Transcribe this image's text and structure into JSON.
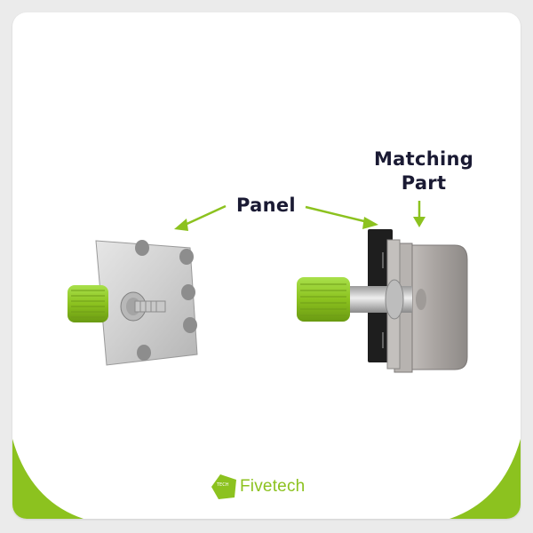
{
  "callouts": {
    "panel": "Panel",
    "matching_part_line1": "Matching",
    "matching_part_line2": "Part"
  },
  "logo": {
    "brand": "Fivetech",
    "badge_text": "TECH"
  },
  "products": {
    "left": "panel-mount-connector-flange",
    "right": "connector-mounted-on-panel-with-matching-part"
  },
  "colors": {
    "accent_green": "#8cc21f",
    "text_dark": "#1a1a33",
    "background": "#ebebeb",
    "card": "#ffffff"
  }
}
